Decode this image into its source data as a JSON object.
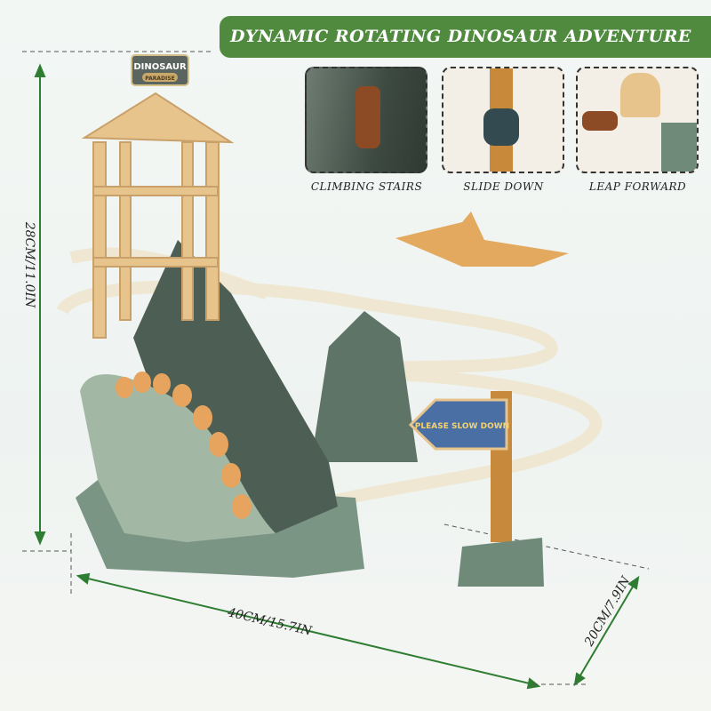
{
  "banner": {
    "title": "DYNAMIC ROTATING DINOSAUR ADVENTURE"
  },
  "features": [
    {
      "label": "CLIMBING STAIRS"
    },
    {
      "label": "SLIDE DOWN"
    },
    {
      "label": "LEAP FORWARD"
    }
  ],
  "dimensions": {
    "height": "28CM/11.0IN",
    "width": "40CM/15.7IN",
    "depth": "20CM/7.9IN"
  },
  "toy": {
    "sign_text": "DINOSAUR",
    "sign_subtext": "PARADISE",
    "arrow_sign": "PLEASE SLOW DOWN"
  },
  "colors": {
    "banner": "#4f8a3f",
    "rock": "#6f8a78",
    "track": "#f1ead8",
    "tower": "#e8c48d",
    "dim_line": "#2e7d32"
  }
}
